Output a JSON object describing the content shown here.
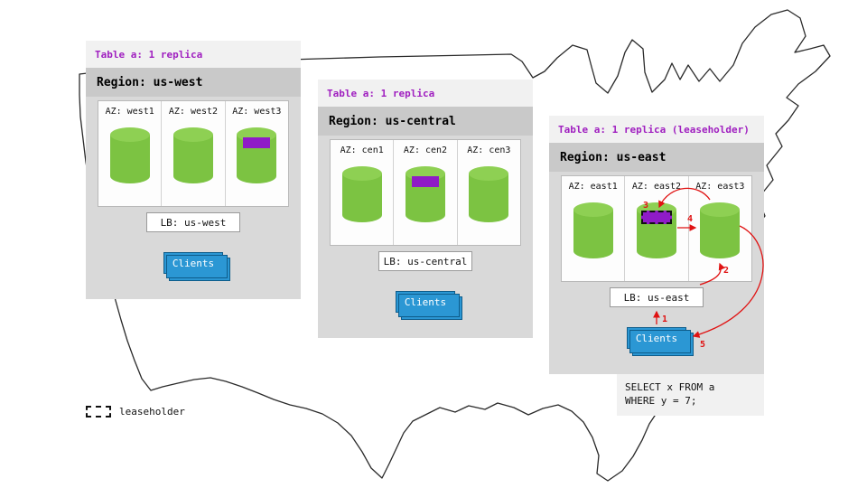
{
  "panels": [
    {
      "table_label": "Table a: 1 replica",
      "region_label": "Region: us-west",
      "azs": [
        {
          "label": "AZ: west1",
          "replica": false
        },
        {
          "label": "AZ: west2",
          "replica": false
        },
        {
          "label": "AZ: west3",
          "replica": true
        }
      ],
      "lb_label": "LB: us-west",
      "clients_label": "Clients"
    },
    {
      "table_label": "Table a: 1 replica",
      "region_label": "Region: us-central",
      "azs": [
        {
          "label": "AZ: cen1",
          "replica": false
        },
        {
          "label": "AZ: cen2",
          "replica": true
        },
        {
          "label": "AZ: cen3",
          "replica": false
        }
      ],
      "lb_label": "LB: us-central",
      "clients_label": "Clients"
    },
    {
      "table_label": "Table a: 1 replica (leaseholder)",
      "region_label": "Region: us-east",
      "azs": [
        {
          "label": "AZ: east1",
          "replica": false
        },
        {
          "label": "AZ: east2",
          "replica": true,
          "leaseholder": true
        },
        {
          "label": "AZ: east3",
          "replica": false
        }
      ],
      "lb_label": "LB: us-east",
      "clients_label": "Clients",
      "query": "SELECT x FROM a\nWHERE y = 7;"
    }
  ],
  "flow_labels": [
    "1",
    "2",
    "3",
    "4",
    "5"
  ],
  "legend": {
    "label": "leaseholder"
  },
  "colors": {
    "replica_purple": "#8f1bc7",
    "cylinder_green": "#7cc342",
    "cylinder_top_green": "#8ed053",
    "clients_blue": "#2b97d4",
    "arrow_red": "#e01212",
    "header_text_purple": "#a020c0",
    "panel_gray": "#d9d9d9"
  }
}
